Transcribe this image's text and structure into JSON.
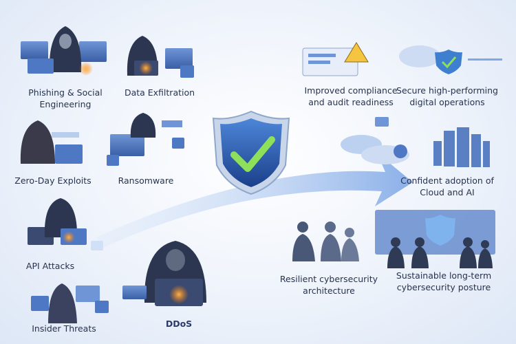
{
  "threats": [
    {
      "lines": [
        "Phishing & Social",
        "Engineering"
      ]
    },
    {
      "lines": [
        "Data Exfiltration"
      ]
    },
    {
      "lines": [
        "Zero-Day Exploits"
      ]
    },
    {
      "lines": [
        "Ransomware"
      ]
    },
    {
      "lines": [
        "API Attacks"
      ]
    },
    {
      "lines": [
        "Insider Threats"
      ]
    },
    {
      "lines": [
        "DDoS"
      ]
    }
  ],
  "outcomes": [
    {
      "lines": [
        "Improved compliance",
        "and audit readiness"
      ]
    },
    {
      "lines": [
        "Secure high-performing",
        "digital operations"
      ]
    },
    {
      "lines": [
        "Confident adoption of",
        "Cloud and AI"
      ]
    },
    {
      "lines": [
        "Resilient cybersecurity",
        "architecture"
      ]
    },
    {
      "lines": [
        "Sustainable long-term",
        "cybersecurity posture"
      ]
    }
  ],
  "icons": {
    "center": "shield-check-icon",
    "flow": "arrow-right-icon",
    "lock": "padlock-icon",
    "cloud": "cloud-icon",
    "server": "server-rack-icon"
  },
  "colors": {
    "primary": "#2f5fb3",
    "accent_green": "#7fd14a",
    "alert_orange": "#f39a2b",
    "text": "#27324d"
  }
}
